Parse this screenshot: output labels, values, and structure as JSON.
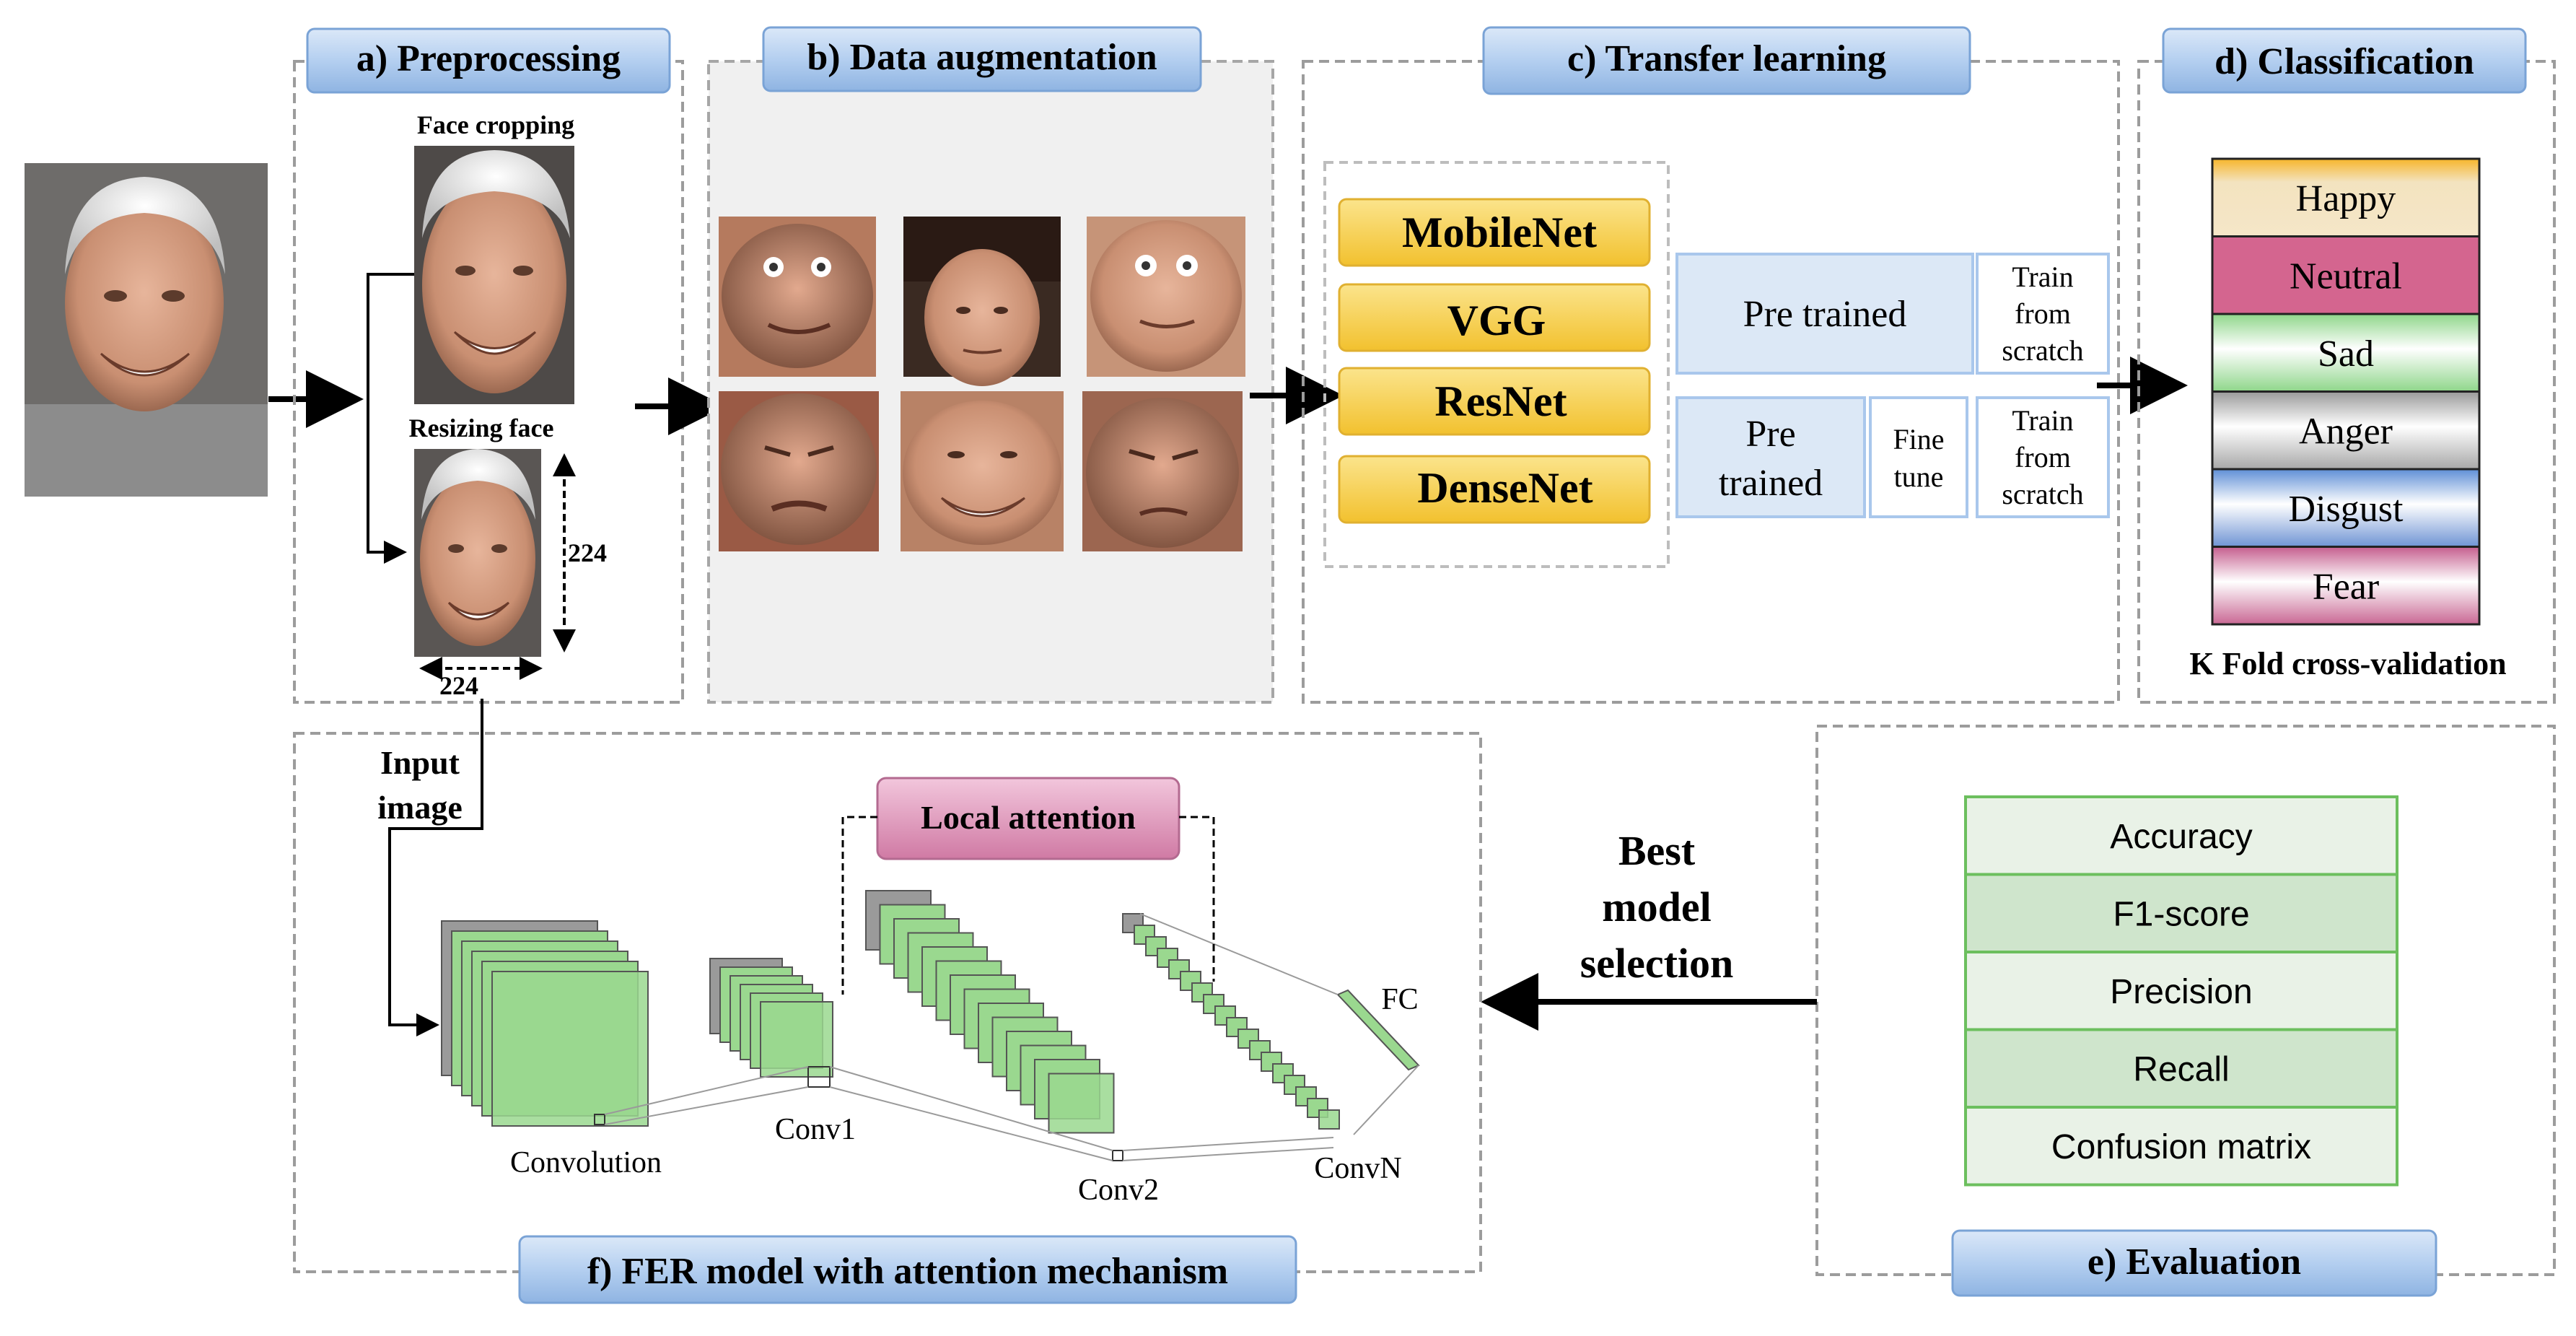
{
  "sections": {
    "preprocessing": {
      "title": "a) Preprocessing",
      "face_cropping": "Face cropping",
      "resizing_face": "Resizing face",
      "dim_height": "224",
      "dim_width": "224"
    },
    "augmentation": {
      "title": "b) Data augmentation"
    },
    "transfer": {
      "title": "c) Transfer learning",
      "models": [
        "MobileNet",
        "VGG",
        "ResNet",
        "DenseNet"
      ],
      "pretrained": "Pre trained",
      "pretrained2_line1": "Pre",
      "pretrained2_line2": "trained",
      "finetune_line1": "Fine",
      "finetune_line2": "tune",
      "train_line1": "Train",
      "train_line2": "from",
      "train_line3": "scratch"
    },
    "classification": {
      "title": "d) Classification",
      "classes": [
        {
          "label": "Happy",
          "color": "#f7b52a"
        },
        {
          "label": "Neutral",
          "color": "#d4658f"
        },
        {
          "label": "Sad",
          "color": "#8fd68a"
        },
        {
          "label": "Anger",
          "color": "#a0a0a0"
        },
        {
          "label": "Disgust",
          "color": "#6f94d4"
        },
        {
          "label": "Fear",
          "color": "#c96894"
        }
      ],
      "footer": "K Fold cross-validation"
    },
    "evaluation": {
      "title": "e) Evaluation",
      "metrics": [
        "Accuracy",
        "F1-score",
        "Precision",
        "Recall",
        "Confusion matrix"
      ]
    },
    "fer": {
      "title": "f) FER model with attention mechanism",
      "input_line1": "Input",
      "input_line2": "image",
      "local_attention": "Local attention",
      "layers": [
        "Convolution",
        "Conv1",
        "Conv2",
        "ConvN",
        "FC"
      ]
    },
    "selection": {
      "line1": "Best",
      "line2": "model",
      "line3": "selection"
    }
  },
  "colors": {
    "title_box": "#a9c7ec",
    "model_box": "#f7d24a",
    "pretrained_box": "#dce8f6",
    "metric_green": "#cfe5cc",
    "local_attention": "#dc8fb4",
    "conv_green": "#9ad88f",
    "conv_gray": "#9a9a9a"
  }
}
